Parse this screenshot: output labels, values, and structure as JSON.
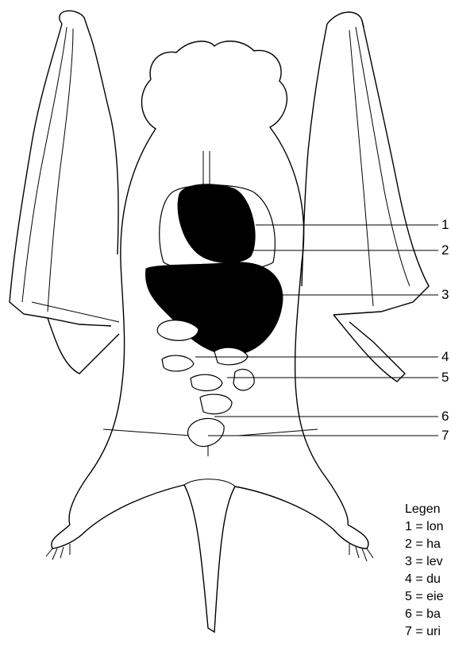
{
  "labels": [
    "1",
    "2",
    "3",
    "4",
    "5",
    "6",
    "7"
  ],
  "legend": {
    "title": "Legen",
    "items": [
      "1 = lon",
      "2 = ha",
      "3 = lev",
      "4 = du",
      "5 = eie",
      "6 = ba",
      "7 = uri"
    ]
  }
}
